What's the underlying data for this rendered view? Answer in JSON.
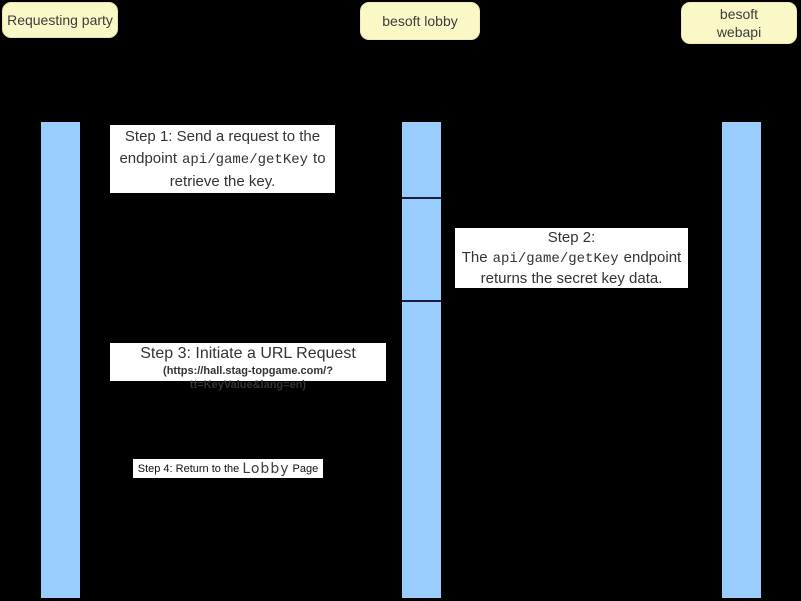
{
  "colors": {
    "background": "#000000",
    "actor_fill": "#FBF8C8",
    "bar_fill": "#99CCFF",
    "bar_divider": "#1c1c35",
    "note_bg": "#FFFFFF",
    "note_text": "#333333"
  },
  "actors": {
    "requesting_party": {
      "label": "Requesting party"
    },
    "besoft_lobby": {
      "label": "besoft lobby"
    },
    "besoft_webapi": {
      "label": "besoft\nwebapi"
    }
  },
  "messages": {
    "step1": {
      "line1": "Step 1: Send a request to the",
      "line2_pre": "endpoint",
      "line2_code": "api/game/getKey",
      "line2_post": "to",
      "line3": "retrieve the key."
    },
    "step2": {
      "line1": "Step 2:",
      "line2_pre": "The",
      "line2_code": "api/game/getKey",
      "line2_post": "endpoint",
      "line3": "returns the secret key data."
    },
    "step3": {
      "title": "Step 3: Initiate a URL Request",
      "url": "(https://hall.stag-topgame.com/?tt=KeyValue&lang=en)"
    },
    "step4": {
      "pre": "Step 4: Return to the ",
      "emph": "Lobby",
      "post": " Page"
    }
  }
}
